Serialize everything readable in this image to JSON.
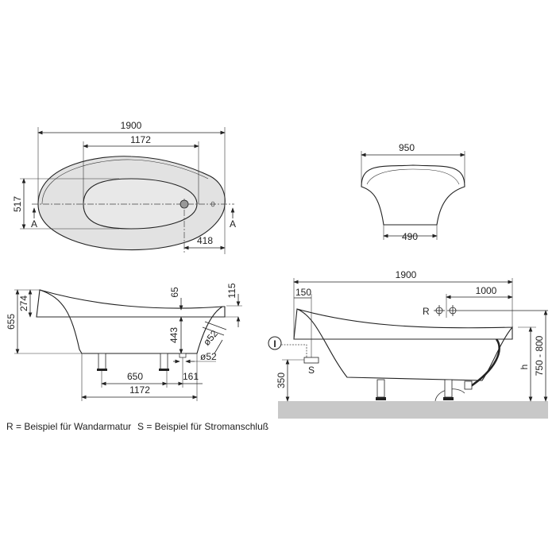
{
  "top_view": {
    "length": "1900",
    "inner_length": "1172",
    "width": "517",
    "drain_offset": "418",
    "section_mark_left": "A",
    "section_mark_right": "A"
  },
  "front_view": {
    "width_top": "950",
    "width_bottom": "490"
  },
  "side_view_left": {
    "height_total": "655",
    "headrest_height": "274",
    "rim_drop": "65",
    "rim_to_bottom": "443",
    "right_rise": "115",
    "overflow_diameter": "ø52",
    "waste_diameter": "ø52",
    "feet_spacing": "650",
    "drain_offset": "161",
    "base_length": "1172"
  },
  "side_view_right": {
    "length": "1900",
    "power_offset": "150",
    "tap_offset": "1000",
    "tap_label": "R",
    "power_label": "S",
    "power_symbol": "I",
    "floor_height": "350",
    "h_label": "h",
    "height_range": "750 - 800",
    "floor_color": "#c8c8c8"
  },
  "legend": {
    "r_note": "R = Beispiel für Wandarmatur",
    "s_note": "S = Beispiel für Stromanschluß"
  }
}
